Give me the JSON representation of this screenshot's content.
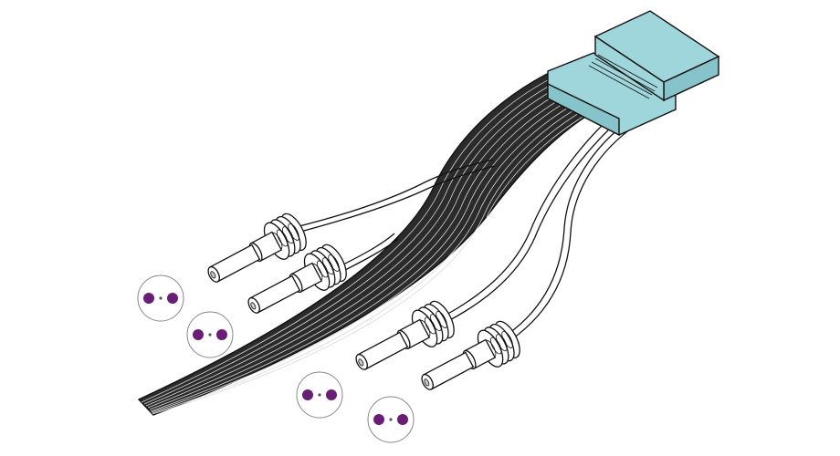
{
  "colors": {
    "background": "#ffffff",
    "outline": "#111111",
    "ribbon_fill": "#2b2b2b",
    "ribbon_line": "#d9d9d9",
    "connector_fill": "#9fd6dc",
    "connector_side": "#86c3ca",
    "seal_fill": "#ffffff",
    "indicator_dot": "#6a1d77"
  },
  "components": {
    "connector": {
      "name": "cyan-multipin-connector"
    },
    "ribbon_cable": {
      "name": "flat-ribbon-cable",
      "visible_conductor_count": 12
    },
    "contacts": [
      {
        "name": "contact-1",
        "status_icon": "dot-pair-indicator"
      },
      {
        "name": "contact-2",
        "status_icon": "dot-pair-indicator"
      },
      {
        "name": "contact-3",
        "status_icon": "dot-pair-indicator"
      },
      {
        "name": "contact-4",
        "status_icon": "dot-pair-indicator"
      }
    ]
  }
}
